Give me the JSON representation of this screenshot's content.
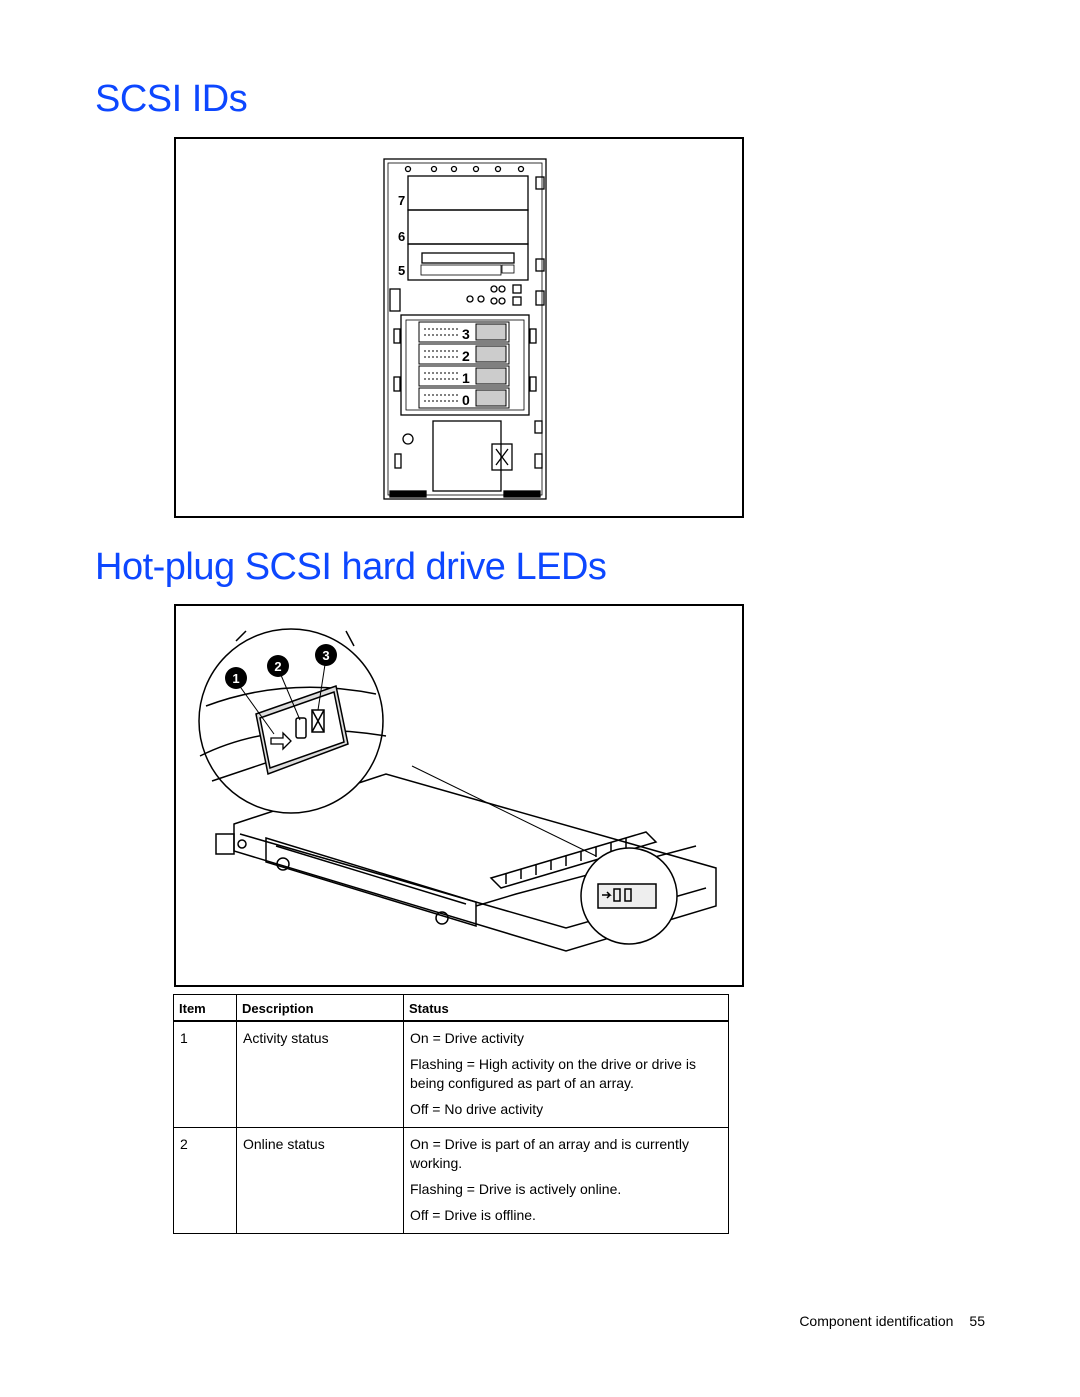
{
  "headings": {
    "scsi_ids": "SCSI IDs",
    "hot_plug": "Hot-plug SCSI hard drive LEDs"
  },
  "figure1": {
    "bay_numbers": [
      "7",
      "6",
      "5"
    ],
    "drive_ids": [
      "3",
      "2",
      "1",
      "0"
    ]
  },
  "figure2": {
    "callouts": [
      "1",
      "2",
      "3"
    ]
  },
  "table": {
    "headers": [
      "Item",
      "Description",
      "Status"
    ],
    "rows": [
      {
        "item": "1",
        "description": "Activity status",
        "status": [
          "On = Drive activity",
          "Flashing = High activity on the drive or drive is being configured as part of an array.",
          "Off = No drive activity"
        ]
      },
      {
        "item": "2",
        "description": "Online status",
        "status": [
          "On = Drive is part of an array and is currently working.",
          "Flashing = Drive is actively online.",
          "Off = Drive is offline."
        ]
      }
    ]
  },
  "footer": {
    "section": "Component identification",
    "page": "55"
  },
  "colors": {
    "heading": "#0d47ff"
  }
}
